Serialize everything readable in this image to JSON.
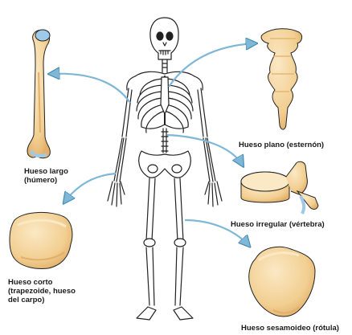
{
  "labels": {
    "largo": [
      "Hueso largo",
      "(húmero)"
    ],
    "corto": [
      "Hueso corto",
      "(trapezoide, hueso",
      "del carpo)"
    ],
    "plano": [
      "Hueso plano (esternón)"
    ],
    "irregular": [
      "Hueso irregular (vértebra)"
    ],
    "sesamoideo": [
      "Hueso sesamoideo (rótula)"
    ]
  },
  "colors": {
    "bone_fill": "#f6d9a8",
    "bone_shade": "#e8b870",
    "cartilage": "#9ec9e8",
    "outline": "#222222",
    "arrow": "#7fb7d6"
  }
}
